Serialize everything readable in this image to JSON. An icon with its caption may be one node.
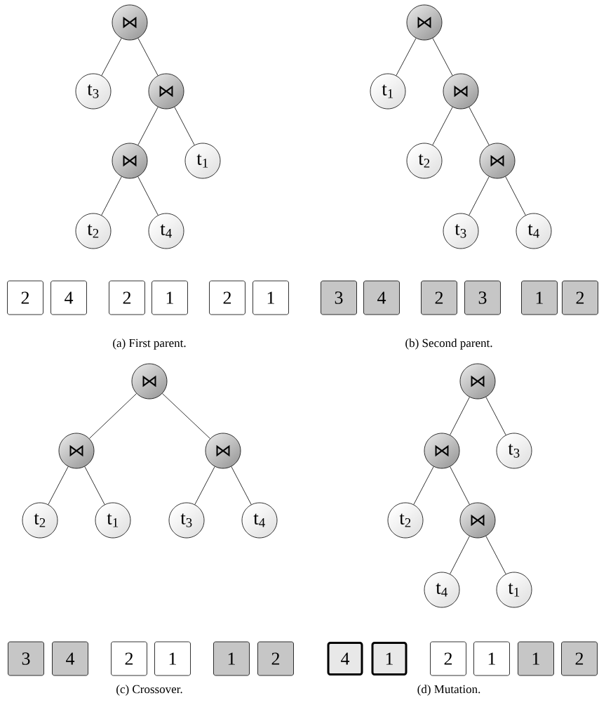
{
  "diagram": {
    "nodes": [
      {
        "text": [
          "⋈"
        ]
      },
      {
        "text": [
          "t$_{3}$"
        ]
      },
      {
        "text": [
          "⋈"
        ]
      },
      {
        "text": [
          "⋈"
        ]
      },
      {
        "text": [
          "t$_{1}$"
        ]
      },
      {
        "text": [
          "t$_{2}$"
        ]
      },
      {
        "text": [
          "t$_{4}$"
        ]
      },
      {
        "text": [
          "2"
        ]
      },
      {
        "text": [
          "4"
        ]
      },
      {
        "text": [
          "2"
        ]
      },
      {
        "text": [
          "1"
        ]
      },
      {
        "text": [
          "2"
        ]
      },
      {
        "text": [
          "1"
        ]
      },
      {
        "text": [
          "⋈"
        ]
      },
      {
        "text": [
          "t$_{1}$"
        ]
      },
      {
        "text": [
          "⋈"
        ]
      },
      {
        "text": [
          "t$_{2}$"
        ]
      },
      {
        "text": [
          "⋈"
        ]
      },
      {
        "text": [
          "t$_{3}$"
        ]
      },
      {
        "text": [
          "t$_{4}$"
        ]
      },
      {
        "text": [
          "3"
        ]
      },
      {
        "text": [
          "4"
        ]
      },
      {
        "text": [
          "2"
        ]
      },
      {
        "text": [
          "3"
        ]
      },
      {
        "text": [
          "1"
        ]
      },
      {
        "text": [
          "2"
        ]
      },
      {
        "text": [
          "⋈"
        ]
      },
      {
        "text": [
          "⋈"
        ]
      },
      {
        "text": [
          "⋈"
        ]
      },
      {
        "text": [
          "t$_{2}$"
        ]
      },
      {
        "text": [
          "t$_{1}$"
        ]
      },
      {
        "text": [
          "t$_{3}$"
        ]
      },
      {
        "text": [
          "t$_{4}$"
        ]
      },
      {
        "text": [
          "3"
        ]
      },
      {
        "text": [
          "4"
        ]
      },
      {
        "text": [
          "2"
        ]
      },
      {
        "text": [
          "1"
        ]
      },
      {
        "text": [
          "1"
        ]
      },
      {
        "text": [
          "2"
        ]
      },
      {
        "text": [
          "⋈"
        ]
      },
      {
        "text": [
          "⋈"
        ]
      },
      {
        "text": [
          "t$_{3}$"
        ]
      },
      {
        "text": [
          "t$_{2}$"
        ]
      },
      {
        "text": [
          "⋈"
        ]
      },
      {
        "text": [
          "t$_{4}$"
        ]
      },
      {
        "text": [
          "t$_{1}$"
        ]
      },
      {
        "text": [
          "4"
        ]
      },
      {
        "text": [
          "1"
        ]
      },
      {
        "text": [
          "2"
        ]
      },
      {
        "text": [
          "1"
        ]
      },
      {
        "text": [
          "1"
        ]
      },
      {
        "text": [
          "2"
        ]
      }
    ],
    "edges": [
      {
        "from": 0,
        "to": 1,
        "arrow": "none"
      },
      {
        "from": 0,
        "to": 2,
        "arrow": "none"
      },
      {
        "from": 2,
        "to": 3,
        "arrow": "none"
      },
      {
        "from": 2,
        "to": 4,
        "arrow": "none"
      },
      {
        "from": 3,
        "to": 5,
        "arrow": "none"
      },
      {
        "from": 3,
        "to": 6,
        "arrow": "none"
      },
      {
        "from": 13,
        "to": 14,
        "arrow": "none"
      },
      {
        "from": 13,
        "to": 15,
        "arrow": "none"
      },
      {
        "from": 15,
        "to": 16,
        "arrow": "none"
      },
      {
        "from": 15,
        "to": 17,
        "arrow": "none"
      },
      {
        "from": 17,
        "to": 18,
        "arrow": "none"
      },
      {
        "from": 17,
        "to": 19,
        "arrow": "none"
      },
      {
        "from": 26,
        "to": 27,
        "arrow": "none"
      },
      {
        "from": 26,
        "to": 28,
        "arrow": "none"
      },
      {
        "from": 27,
        "to": 29,
        "arrow": "none"
      },
      {
        "from": 27,
        "to": 30,
        "arrow": "none"
      },
      {
        "from": 28,
        "to": 31,
        "arrow": "none"
      },
      {
        "from": 28,
        "to": 32,
        "arrow": "none"
      },
      {
        "from": 39,
        "to": 40,
        "arrow": "none"
      },
      {
        "from": 39,
        "to": 41,
        "arrow": "none"
      },
      {
        "from": 40,
        "to": 42,
        "arrow": "none"
      },
      {
        "from": 40,
        "to": 43,
        "arrow": "none"
      },
      {
        "from": 43,
        "to": 44,
        "arrow": "none"
      },
      {
        "from": 43,
        "to": 45,
        "arrow": "none"
      }
    ],
    "labels": [
      "(a) First parent.",
      "(b) Second parent.",
      "(c) Crossover.",
      "(d) Mutation."
    ]
  }
}
